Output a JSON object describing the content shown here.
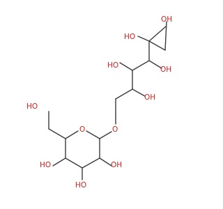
{
  "molecule": {
    "atom_labels": {
      "o_top_right_oh": "OH",
      "o_c5_oh": "HO",
      "o_c4_oh": "OH",
      "o_c3_oh": "HO",
      "o_c2_oh": "OH",
      "o_ether_link": "O",
      "o_ring": "O",
      "o_ch2oh": "HO",
      "o_ring_c3_oh": "HO",
      "o_ring_c2_oh": "OH",
      "o_ring_c4_oh": "HO"
    }
  }
}
